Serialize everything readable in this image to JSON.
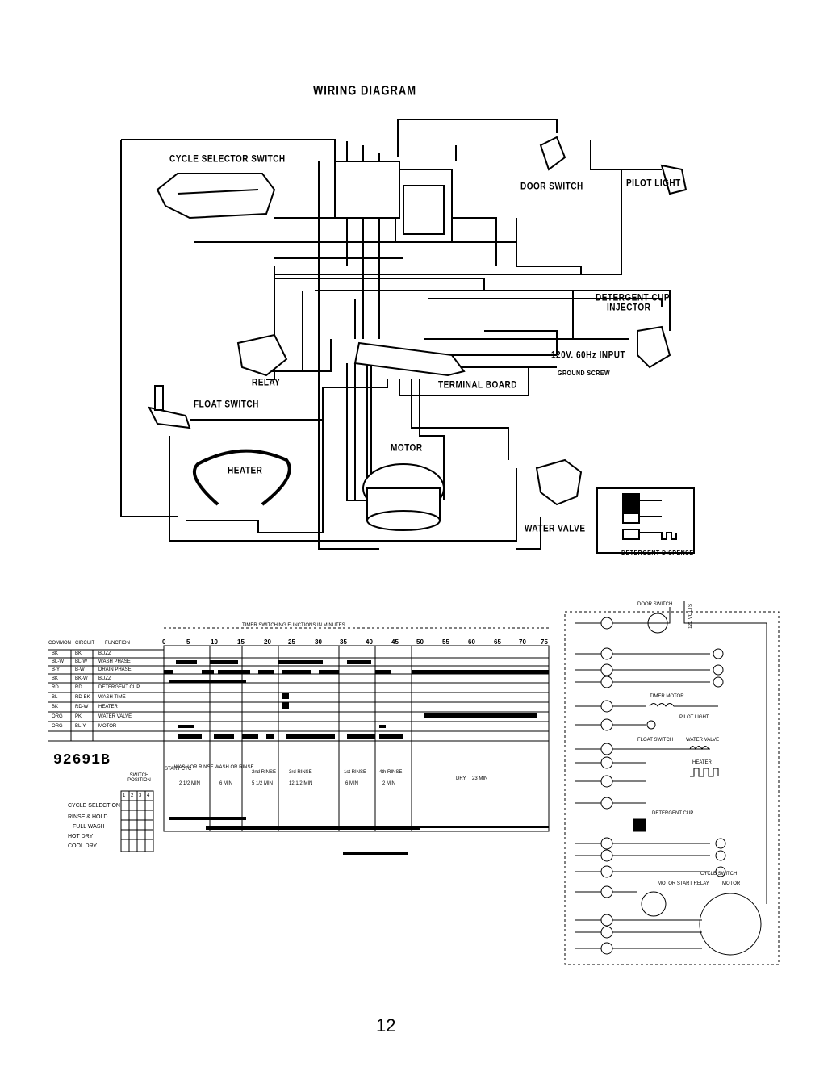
{
  "title": "WIRING DIAGRAM",
  "labels": {
    "cycle_selector_switch": "CYCLE SELECTOR SWITCH",
    "door_switch": "DOOR SWITCH",
    "pilot_light": "PILOT LIGHT",
    "detergent_cup_injector_1": "DETERGENT CUP",
    "detergent_cup_injector_2": "INJECTOR",
    "input": "120V. 60Hz INPUT",
    "ground_screw": "GROUND SCREW",
    "relay": "RELAY",
    "terminal_board": "TERMINAL BOARD",
    "float_switch": "FLOAT SWITCH",
    "heater": "HEATER",
    "motor": "MOTOR",
    "water_valve": "WATER VALVE",
    "detergent_dispense": "DETERGENT DISPENSE"
  },
  "timer_chart": {
    "header": "TIMER SWITCHING FUNCTIONS IN MINUTES",
    "col_headers": [
      "COMMON",
      "CIRCUIT",
      "FUNCTION"
    ],
    "ticks": [
      "0",
      "5",
      "10",
      "15",
      "20",
      "25",
      "30",
      "35",
      "40",
      "45",
      "50",
      "55",
      "60",
      "65",
      "70",
      "75"
    ],
    "rows": [
      [
        "BK",
        "BK",
        "BUZZ"
      ],
      [
        "BL-W",
        "BL-W",
        "WASH PHASE"
      ],
      [
        "B-Y",
        "B-W",
        "DRAIN PHASE"
      ],
      [
        "BK",
        "BK-W",
        "BUZZ"
      ],
      [
        "RD",
        "RD",
        "DETERGENT CUP"
      ],
      [
        "BL",
        "RD-BK",
        "WASH TIME"
      ],
      [
        "BK",
        "RD-W",
        "HEATER"
      ],
      [
        "ORG",
        "PK",
        "WATER VALVE"
      ],
      [
        "ORG",
        "BL-Y",
        "MOTOR"
      ]
    ],
    "part_number": "92691B",
    "phases": [
      {
        "name": "START CYC",
        "time": ""
      },
      {
        "name": "WASH OR RINSE",
        "time": "2 1/2 MIN"
      },
      {
        "name": "WASH OR RINSE",
        "time": "6 MIN"
      },
      {
        "name": "2nd RINSE",
        "time": "5 1/2 MIN"
      },
      {
        "name": "3rd RINSE",
        "time": "12 1/2 MIN"
      },
      {
        "name": "1st RINSE",
        "time": "6 MIN"
      },
      {
        "name": "4th RINSE",
        "time": "2 MIN"
      },
      {
        "name": "DRY",
        "time": "23 MIN"
      }
    ],
    "switch_position": "SWITCH POSITION",
    "cycle_selection_label": "CYCLE SELECTION",
    "cycles": [
      "RINSE & HOLD",
      "FULL WASH",
      "HOT DRY",
      "COOL DRY"
    ],
    "switch_cols": [
      "1",
      "2",
      "3",
      "4"
    ]
  },
  "schematic": {
    "door_switch": "DOOR SWITCH",
    "timer_motor": "TIMER MOTOR",
    "pilot_light": "PILOT LIGHT",
    "float_switch": "FLOAT SWITCH",
    "water_valve": "WATER VALVE",
    "heater": "HEATER",
    "detergent_cup": "DETERGENT CUP",
    "motor_start_relay": "MOTOR START RELAY",
    "motor": "MOTOR",
    "cycle_switch": "CYCLE SWITCH",
    "input": "120 VOLTS"
  },
  "page_number": "12"
}
